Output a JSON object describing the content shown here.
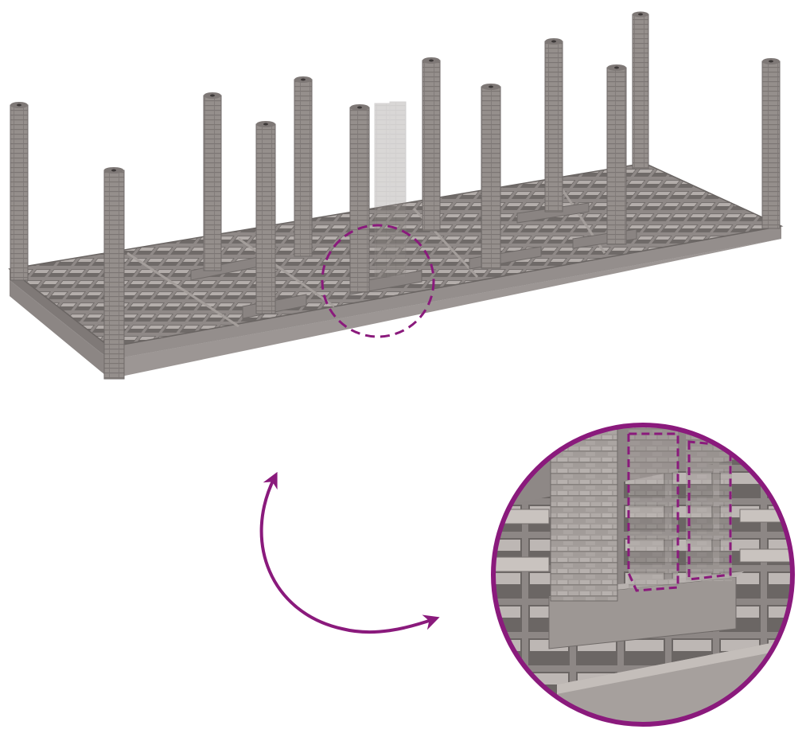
{
  "image": {
    "description_kind": "product-illustration",
    "product": "grid-base-with-posts",
    "colors": {
      "background": "#ffffff",
      "plastic_top": "#9a9391",
      "plastic_mid": "#8a8482",
      "plastic_dark": "#6f6a68",
      "plastic_light": "#b8b2af",
      "grid_shadow": "#5f5a58",
      "accent": "#8a1a7c"
    },
    "icons": {
      "callout": "dashed-circle-highlight",
      "arrow": "curved-double-arrow",
      "detail": "magnified-detail-circle"
    }
  }
}
